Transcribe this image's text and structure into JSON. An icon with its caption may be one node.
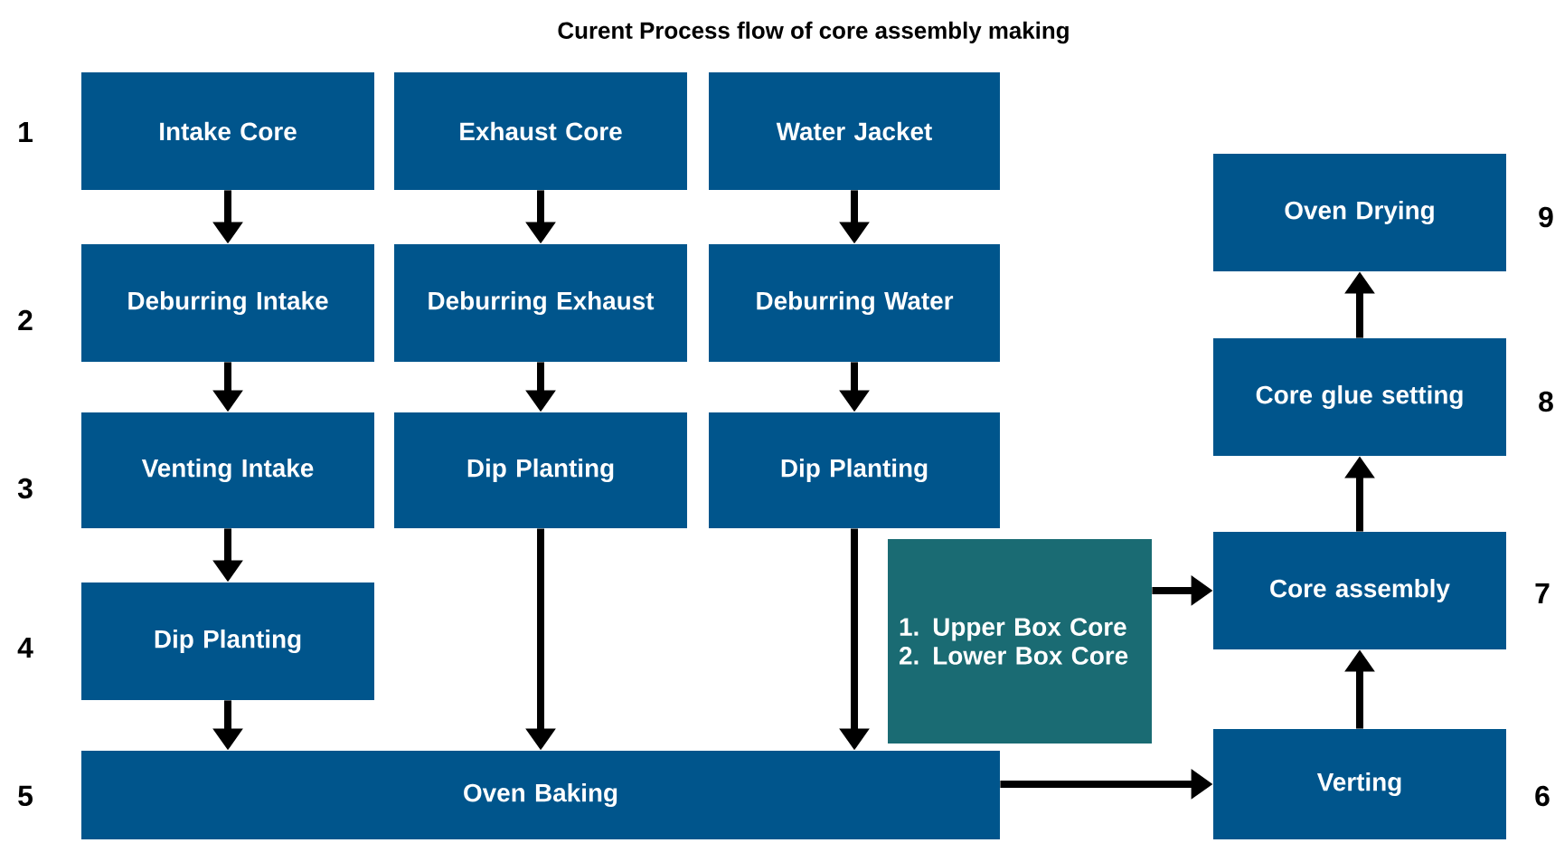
{
  "diagram": {
    "title": "Curent Process flow of core assembly making",
    "nodes": [
      {
        "text": [
          "Intake Core"
        ]
      },
      {
        "text": [
          "Exhaust Core"
        ]
      },
      {
        "text": [
          "Water Jacket"
        ]
      },
      {
        "text": [
          "Deburring Intake"
        ]
      },
      {
        "text": [
          "Deburring Exhaust"
        ]
      },
      {
        "text": [
          "Deburring Water"
        ]
      },
      {
        "text": [
          "Venting Intake"
        ]
      },
      {
        "text": [
          "Dip Planting"
        ]
      },
      {
        "text": [
          "Dip Planting"
        ]
      },
      {
        "text": [
          "Dip Planting"
        ]
      },
      {
        "text": [
          "Oven Baking"
        ]
      },
      {
        "text": [
          "1. Upper Box Core",
          "2. Lower Box Core"
        ]
      },
      {
        "text": [
          "Verting"
        ]
      },
      {
        "text": [
          "Core assembly"
        ]
      },
      {
        "text": [
          "Core glue setting"
        ]
      },
      {
        "text": [
          "Oven Drying"
        ]
      }
    ],
    "edges": [
      {
        "from": 0,
        "to": 3,
        "arrow": "to"
      },
      {
        "from": 1,
        "to": 4,
        "arrow": "to"
      },
      {
        "from": 2,
        "to": 5,
        "arrow": "to"
      },
      {
        "from": 3,
        "to": 6,
        "arrow": "to"
      },
      {
        "from": 4,
        "to": 7,
        "arrow": "to"
      },
      {
        "from": 5,
        "to": 8,
        "arrow": "to"
      },
      {
        "from": 6,
        "to": 9,
        "arrow": "to"
      },
      {
        "from": 9,
        "to": 10,
        "arrow": "to"
      },
      {
        "from": 7,
        "to": 10,
        "arrow": "to"
      },
      {
        "from": 8,
        "to": 10,
        "arrow": "to"
      },
      {
        "from": 10,
        "to": 12,
        "arrow": "to"
      },
      {
        "from": 11,
        "to": 13,
        "arrow": "to"
      },
      {
        "from": 12,
        "to": 13,
        "arrow": "to"
      },
      {
        "from": 13,
        "to": 14,
        "arrow": "to"
      },
      {
        "from": 14,
        "to": 15,
        "arrow": "to"
      }
    ],
    "labels": [
      "1",
      "2",
      "3",
      "4",
      "5",
      "9",
      "8",
      "7",
      "6"
    ]
  }
}
